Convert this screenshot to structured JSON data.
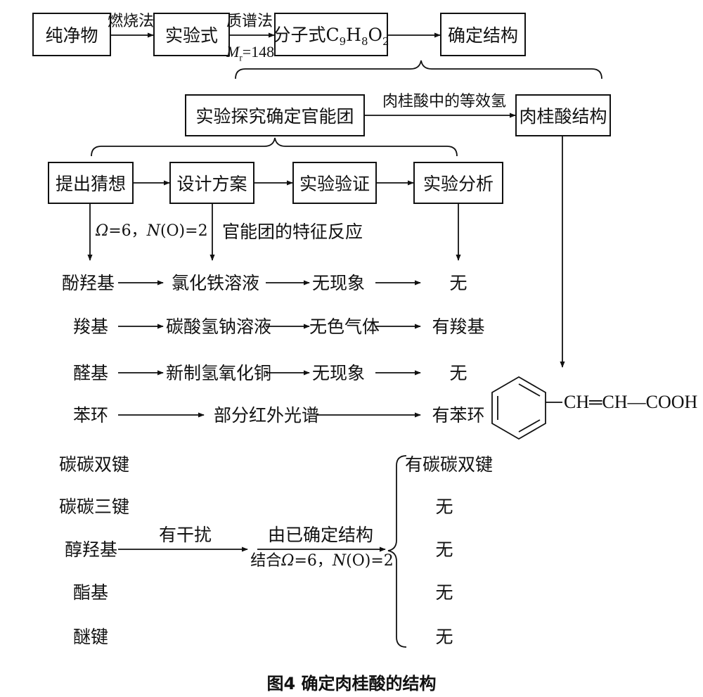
{
  "top_row": {
    "pure": "纯净物",
    "combustion": "燃烧法",
    "empirical": "实验式",
    "mass_spec": "质谱法",
    "mr_symbol": "M",
    "mr_sub": "r",
    "mr_value": "=148",
    "formula_prefix": "分子式C",
    "c_sub": "9",
    "h_letter": "H",
    "h_sub": "8",
    "o_letter": "O",
    "o_sub": "2",
    "determine": "确定结构"
  },
  "mid_row": {
    "explore": "实验探究确定官能团",
    "equiv_h": "肉桂酸中的等效氢",
    "structure": "肉桂酸结构"
  },
  "steps": [
    "提出猜想",
    "设计方案",
    "实验验证",
    "实验分析"
  ],
  "step_labels": {
    "omega_symbol": "Ω",
    "omega_text": "=6，",
    "n_symbol": "N",
    "n_text": "(O)=2",
    "characteristic": "官能团的特征反应"
  },
  "tests": [
    {
      "group": "酚羟基",
      "reagent": "氯化铁溶液",
      "observation": "无现象",
      "result": "无"
    },
    {
      "group": "羧基",
      "reagent": "碳酸氢钠溶液",
      "observation": "无色气体",
      "result": "有羧基"
    },
    {
      "group": "醛基",
      "reagent": "新制氢氧化铜",
      "observation": "无现象",
      "result": "无"
    }
  ],
  "benzene_test": {
    "group": "苯环",
    "method": "部分红外光谱",
    "result": "有苯环"
  },
  "remaining": {
    "groups": [
      "碳碳双键",
      "碳碳三键",
      "醇羟基",
      "酯基",
      "醚键"
    ],
    "interference": "有干扰",
    "by_structure": "由已确定结构",
    "combine_prefix": "结合",
    "results": [
      "有碳碳双键",
      "无",
      "无",
      "无",
      "无"
    ]
  },
  "molecule": {
    "chain": "CH═CH—COOH"
  },
  "caption": "图4   确定肉桂酸的结构"
}
